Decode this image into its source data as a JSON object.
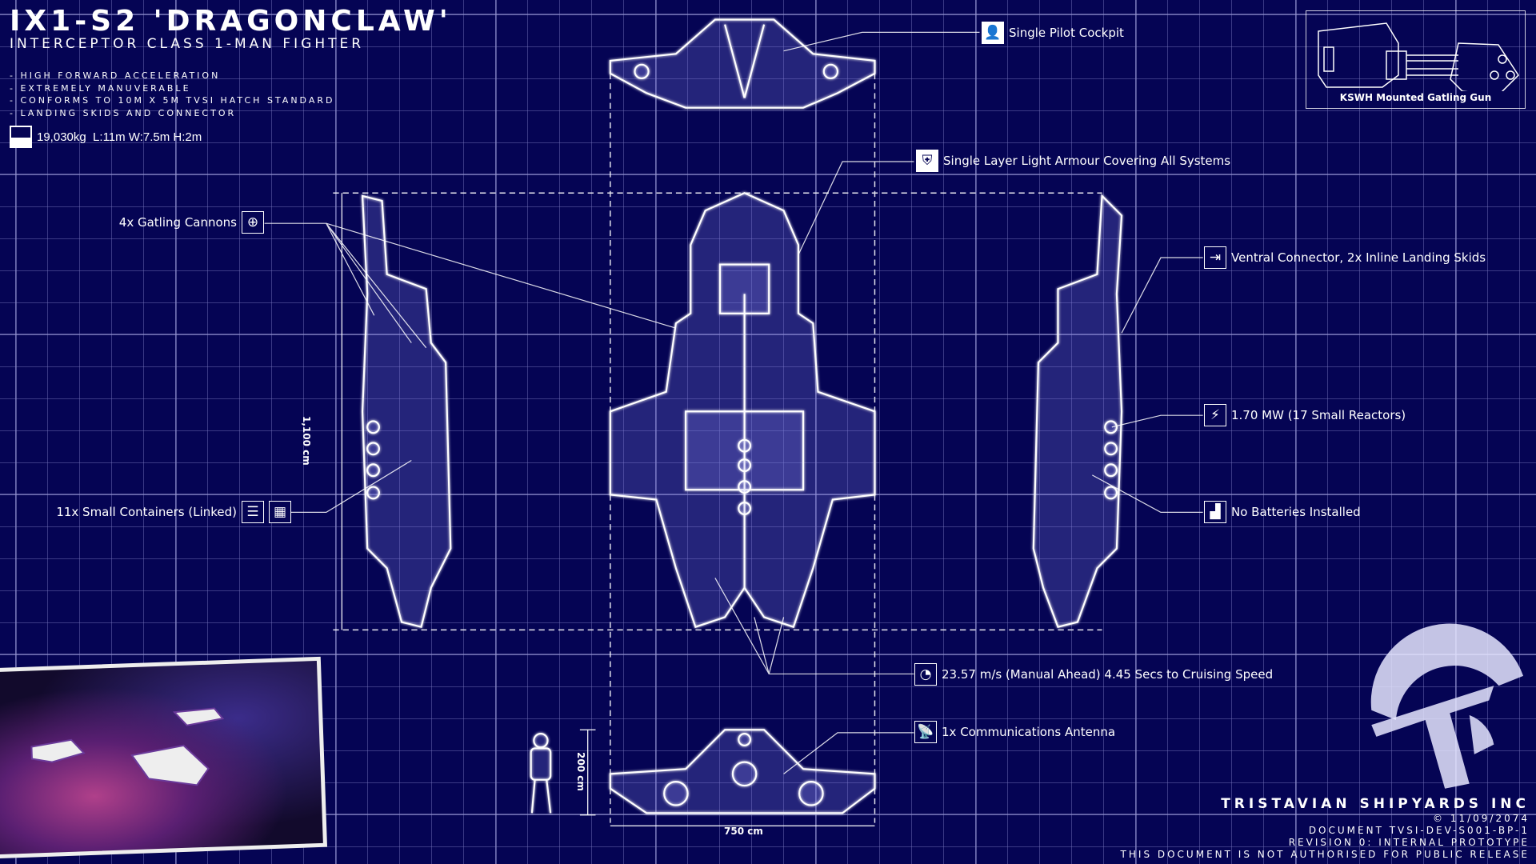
{
  "header": {
    "title": "IX1-S2 'DRAGONCLAW'",
    "subtitle": "INTERCEPTOR CLASS 1-MAN FIGHTER",
    "bullets": [
      "- High forward acceleration",
      "- Extremely manuverable",
      "- Conforms to 10m x 5m TVSI hatch standard",
      "- Landing skids and connector"
    ],
    "specs": "19,030kg  L:11m W:7.5m H:2m"
  },
  "inset": {
    "caption": "KSWH Mounted Gatling Gun"
  },
  "labels": {
    "cockpit": "Single Pilot Cockpit",
    "armour": "Single Layer Light Armour Covering All Systems",
    "gatling": "4x Gatling Cannons",
    "ventral": "Ventral Connector, 2x Inline Landing Skids",
    "power": "1.70 MW (17 Small Reactors)",
    "batteries": "No Batteries Installed",
    "containers": "11x Small Containers (Linked)",
    "speed": "23.57 m/s (Manual Ahead) 4.45 Secs to Cruising Speed",
    "antenna": "1x Communications Antenna"
  },
  "dimensions": {
    "length": "1,100 cm",
    "width": "750 cm",
    "height": "200 cm"
  },
  "footer": {
    "company": "Tristavian Shipyards Inc",
    "date": "© 11/09/2074",
    "document": "Document TVSI-DEV-S001-BP-1",
    "revision": "Revision 0: Internal Prototype",
    "notice": "This document is not authorised for public release"
  },
  "colors": {
    "background": "#050454",
    "lines": "#ffffff"
  }
}
